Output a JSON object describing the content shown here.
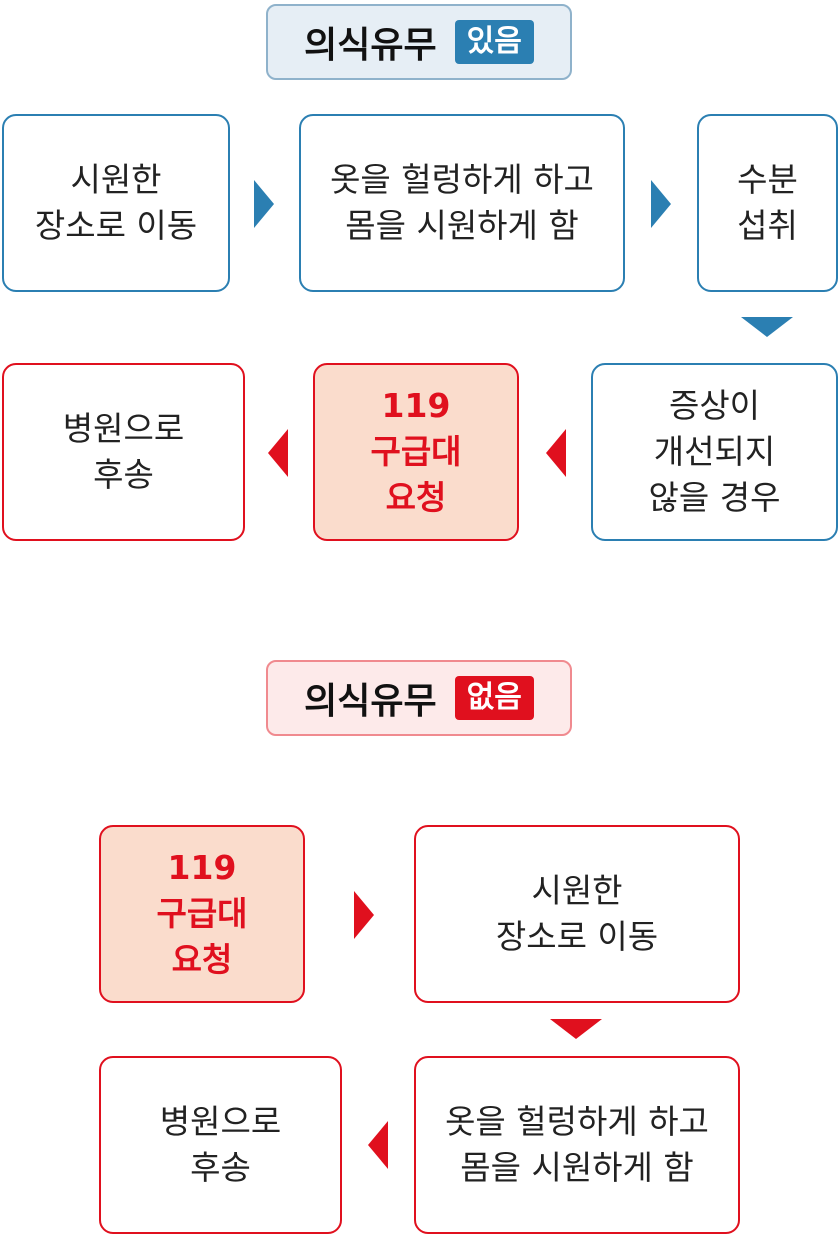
{
  "section1": {
    "header": {
      "title": "의식유무",
      "badge": "있음"
    },
    "steps": {
      "s1": [
        "시원한",
        "장소로 이동"
      ],
      "s2": [
        "옷을 헐렁하게 하고",
        "몸을 시원하게 함"
      ],
      "s3": [
        "수분",
        "섭취"
      ],
      "s4": [
        "증상이",
        "개선되지",
        "않을 경우"
      ],
      "s5": [
        "119",
        "구급대",
        "요청"
      ],
      "s6": [
        "병원으로",
        "후송"
      ]
    }
  },
  "section2": {
    "header": {
      "title": "의식유무",
      "badge": "없음"
    },
    "steps": {
      "s1": [
        "119",
        "구급대",
        "요청"
      ],
      "s2": [
        "시원한",
        "장소로 이동"
      ],
      "s3": [
        "옷을 헐렁하게 하고",
        "몸을 시원하게 함"
      ],
      "s4": [
        "병원으로",
        "후송"
      ]
    }
  },
  "colors": {
    "blue": "#2b7fb2",
    "red": "#e0101e",
    "pink_fill": "#fadccc"
  }
}
